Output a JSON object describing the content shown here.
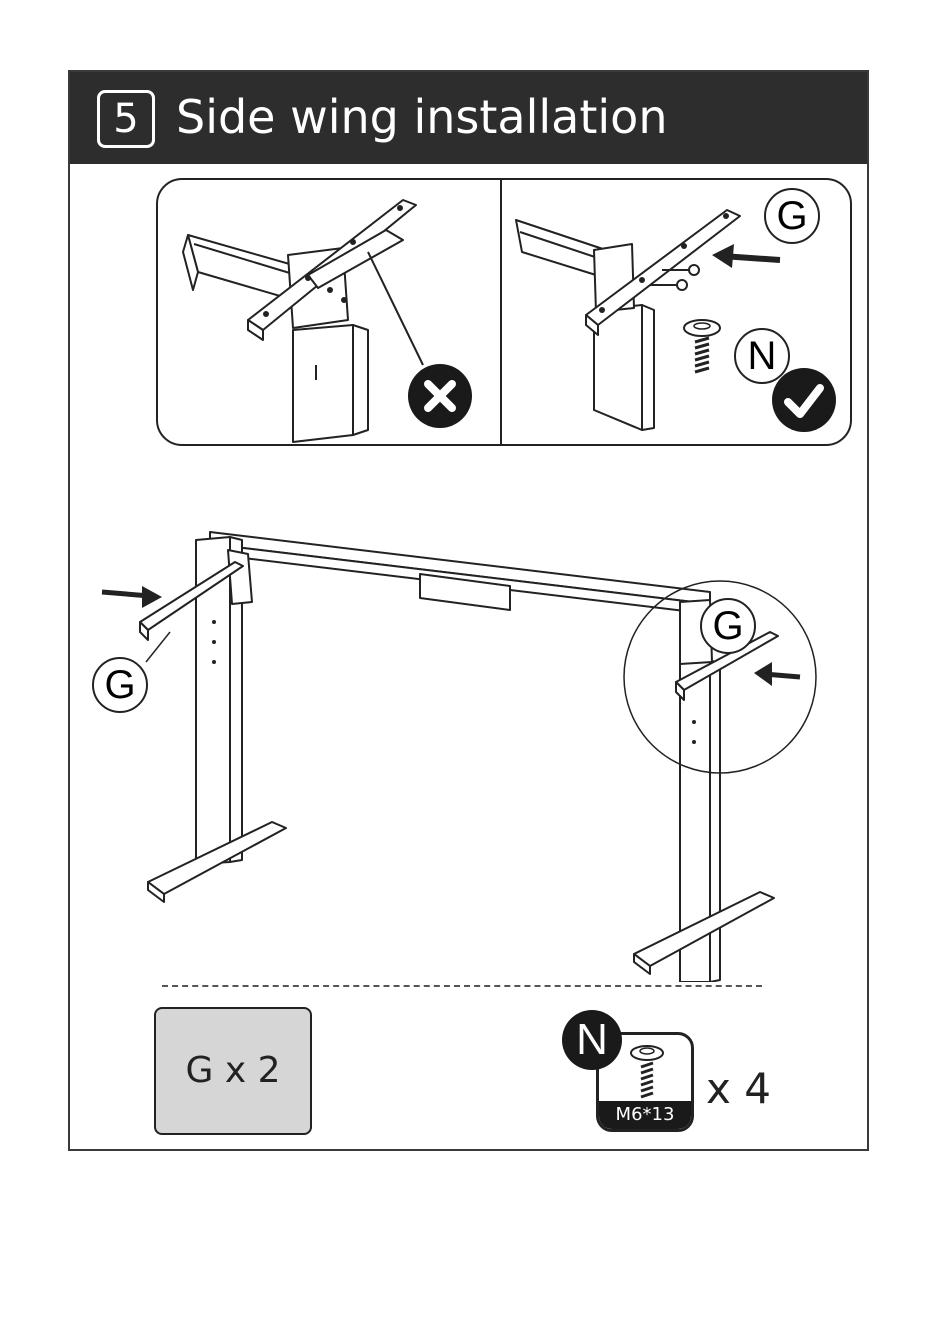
{
  "header": {
    "step_number": "5",
    "title": "Side wing installation"
  },
  "callouts": {
    "g_label": "G",
    "n_label": "N"
  },
  "parts": {
    "g": {
      "label": "G x 2"
    },
    "n": {
      "badge": "N",
      "size_label": "M6*13",
      "count": "x 4"
    }
  },
  "icons": {
    "wrong": "cross-icon",
    "right": "check-icon",
    "arrow": "arrow-right-icon"
  },
  "colors": {
    "header_bg": "#2d2d2d",
    "part_bg": "#d6d6d6",
    "ink": "#222222"
  }
}
